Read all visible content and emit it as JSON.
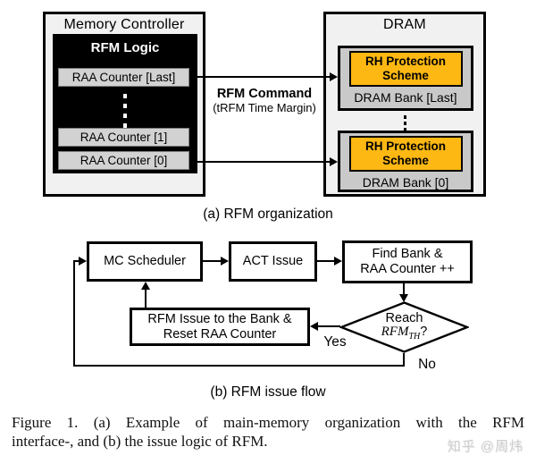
{
  "colors": {
    "panel_bg": "#f1f1f1",
    "raa_bar_bg": "#d2d2d2",
    "bank_bg": "#c9c9c9",
    "rh_scheme_bg": "#fdb813",
    "line_color": "#000000",
    "watermark_color": "#cfcfcf"
  },
  "diagram_a": {
    "caption": "(a) RFM organization",
    "memory_controller": {
      "title": "Memory Controller",
      "rfm_logic": {
        "title": "RFM Logic",
        "counters": [
          "RAA Counter [Last]",
          "RAA Counter [1]",
          "RAA Counter [0]"
        ]
      }
    },
    "command_label": {
      "line1": "RFM Command",
      "line2": "(tRFM Time Margin)"
    },
    "dram": {
      "title": "DRAM",
      "banks": [
        {
          "scheme_line1": "RH Protection",
          "scheme_line2": "Scheme",
          "label": "DRAM Bank [Last]"
        },
        {
          "scheme_line1": "RH Protection",
          "scheme_line2": "Scheme",
          "label": "DRAM Bank [0]"
        }
      ]
    }
  },
  "diagram_b": {
    "caption": "(b) RFM issue flow",
    "nodes": {
      "mc_scheduler": "MC Scheduler",
      "act_issue": "ACT Issue",
      "find_bank_line1": "Find Bank &",
      "find_bank_line2": "RAA Counter ++",
      "decision_line1": "Reach",
      "decision_var": "RFM",
      "decision_sub": "TH",
      "decision_q": "?",
      "rfm_issue_line1": "RFM Issue to the Bank &",
      "rfm_issue_line2": "Reset RAA Counter",
      "yes_label": "Yes",
      "no_label": "No"
    }
  },
  "figure_caption": {
    "line1_label": "Figure 1.",
    "line1_rest": "(a) Example of main-memory organization with the RFM",
    "line2": "interface-, and (b) the issue logic of RFM."
  },
  "watermark": "知乎 @周炜"
}
